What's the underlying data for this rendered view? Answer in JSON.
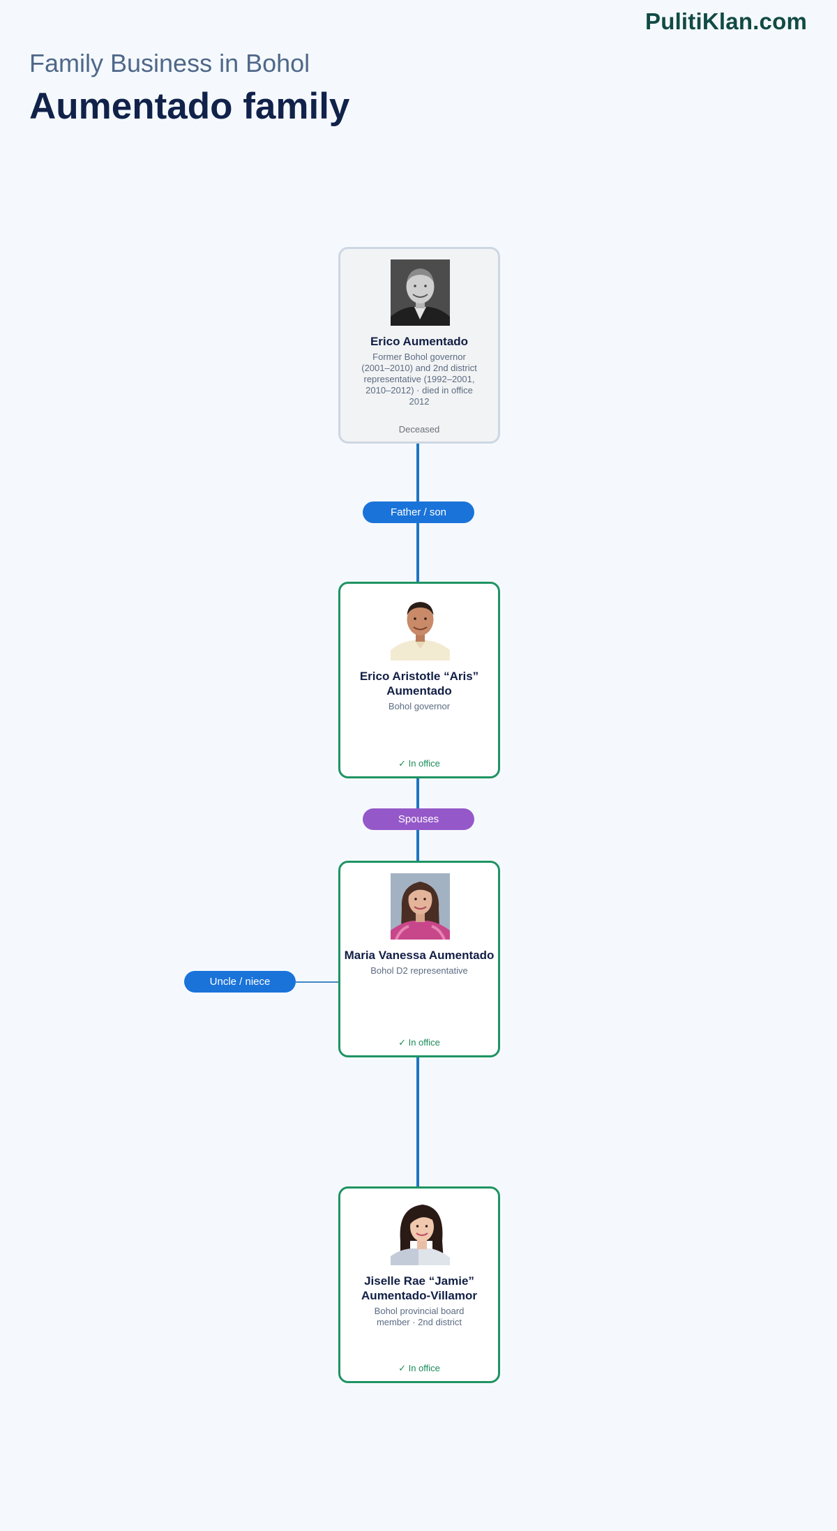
{
  "header": {
    "brand": "PulitiKlan.com",
    "subtitle": "Family Business in Bohol",
    "title": "Aumentado family"
  },
  "colors": {
    "connector": "#1f75c2",
    "blood_relation": "#1a73d9",
    "marriage": "#9558c9",
    "in_office_border": "#1e9462",
    "deceased_border": "#cdd7e3"
  },
  "people": [
    {
      "name": "Erico Aumentado",
      "description": "Former Bohol governor (2001–2010) and 2nd district representative (1992–2001, 2010–2012) · died in office 2012",
      "status": "Deceased"
    },
    {
      "name": "Erico Aristotle “Aris” Aumentado",
      "description": "Bohol governor",
      "status": "✓ In office"
    },
    {
      "name": "Maria Vanessa Aumentado",
      "description": "Bohol D2 representative",
      "status": "✓ In office"
    },
    {
      "name": "Jiselle Rae “Jamie” Aumentado-Villamor",
      "description": "Bohol provincial board member · 2nd district",
      "status": "✓ In office"
    }
  ],
  "relations": [
    {
      "label": "Father / son"
    },
    {
      "label": "Spouses"
    },
    {
      "label": "Uncle / niece"
    }
  ]
}
